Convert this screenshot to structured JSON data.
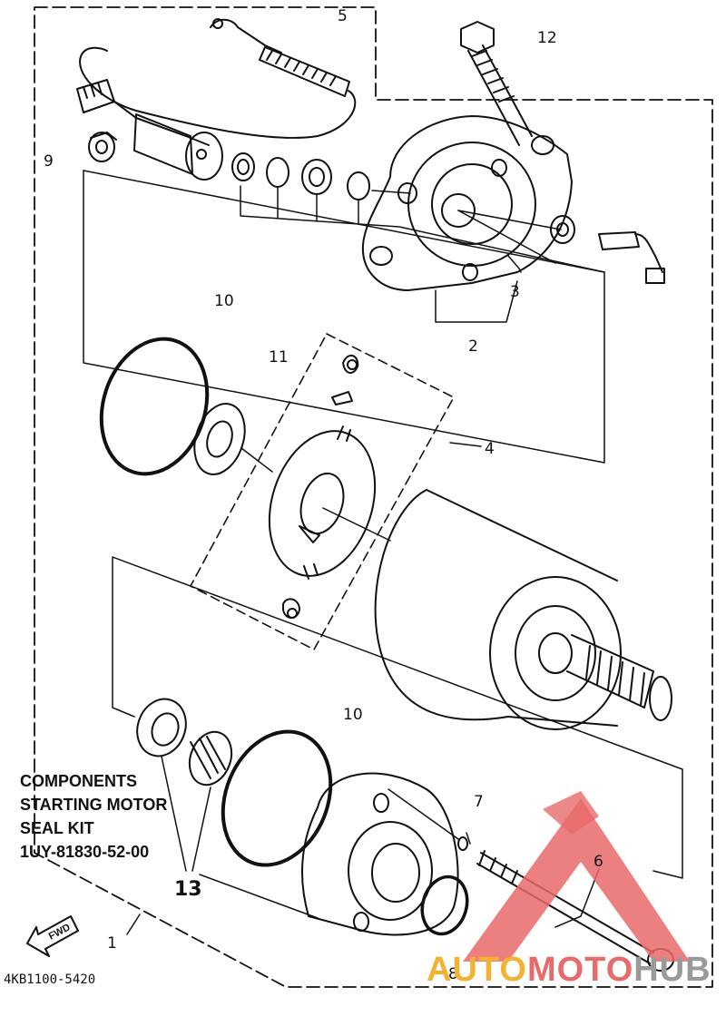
{
  "callouts": {
    "c1": "1",
    "c2": "2",
    "c3": "3",
    "c4": "4",
    "c5": "5",
    "c6": "6",
    "c7": "7",
    "c8": "8",
    "c9": "9",
    "c10a": "10",
    "c10b": "10",
    "c11": "11",
    "c12": "12",
    "c13": "13"
  },
  "note": {
    "line1": "COMPONENTS",
    "line2": "STARTING MOTOR",
    "line3": "SEAL KIT",
    "line4": "1UY-81830-52-00"
  },
  "fwd_label": "FWD",
  "drawing_number": "4KB1100-5420",
  "watermark": {
    "part1": "AUTO",
    "part2": "MOTO",
    "part3": "HUB",
    "colors": {
      "gold": "#f3b233",
      "red": "#e96a6a",
      "gray": "#9a9a9a"
    }
  },
  "colors": {
    "line": "#111111",
    "background": "#ffffff"
  }
}
